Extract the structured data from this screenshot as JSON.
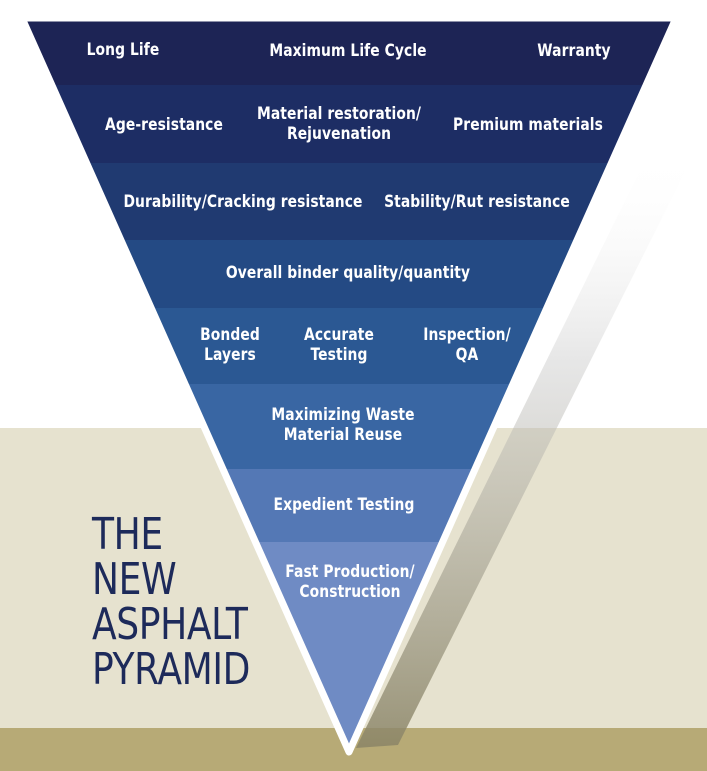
{
  "diagram": {
    "type": "inverted-pyramid",
    "title_lines": [
      "THE",
      "NEW",
      "ASPHALT",
      "PYRAMID"
    ],
    "colors": {
      "band_background": "#e6e2cf",
      "footer_background": "#b7aa76",
      "title_text": "#1d2a5a",
      "label_text": "#ffffff",
      "outline": "#ffffff"
    },
    "tiers": [
      {
        "color": "#1d2455",
        "labels": [
          "Long Life",
          "Maximum Life Cycle",
          "Warranty"
        ]
      },
      {
        "color": "#1d2d64",
        "labels": [
          "Age-resistance",
          "Material restoration/\nRejuvenation",
          "Premium materials"
        ]
      },
      {
        "color": "#203a71",
        "labels": [
          "Durability/Cracking resistance",
          "Stability/Rut resistance"
        ]
      },
      {
        "color": "#244a84",
        "labels": [
          "Overall binder quality/quantity"
        ]
      },
      {
        "color": "#2b5893",
        "labels": [
          "Bonded\nLayers",
          "Accurate\nTesting",
          "Inspection/\nQA"
        ]
      },
      {
        "color": "#3966a3",
        "labels": [
          "Maximizing Waste\nMaterial Reuse"
        ]
      },
      {
        "color": "#5478b5",
        "labels": [
          "Expedient Testing"
        ]
      },
      {
        "color": "#6f8bc4",
        "labels": [
          "Fast Production/\nConstruction"
        ]
      }
    ]
  }
}
